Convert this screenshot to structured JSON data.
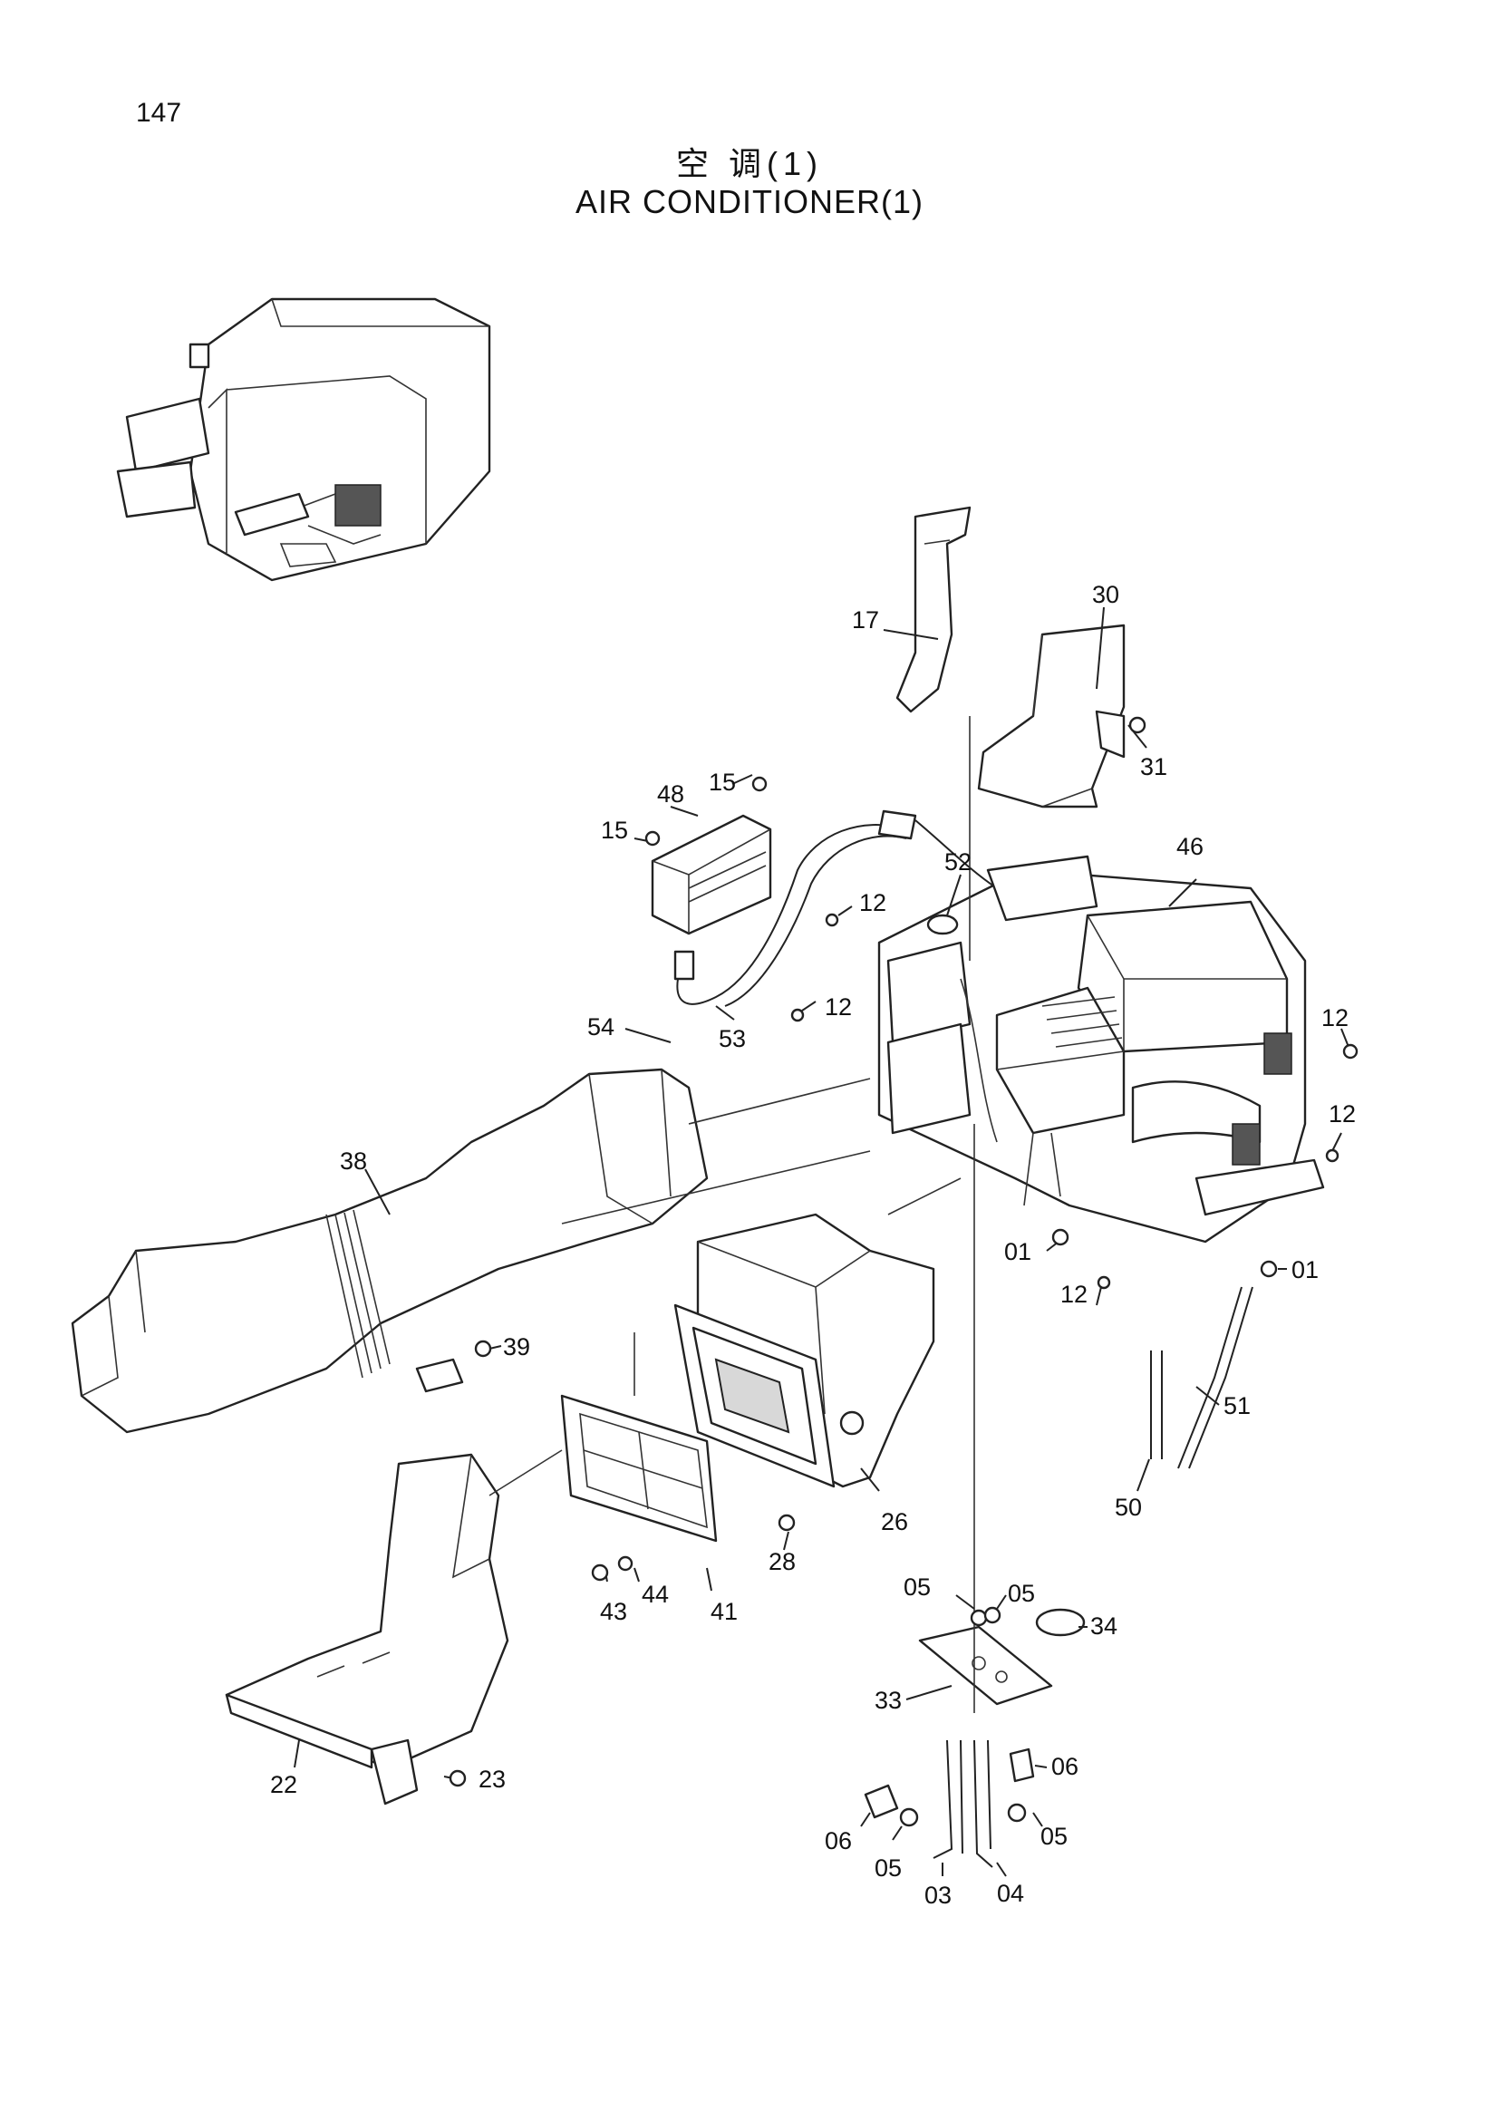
{
  "page": {
    "number": "147"
  },
  "title": {
    "cn": "空 调(1)",
    "en": "AIR CONDITIONER(1)"
  },
  "callouts": {
    "c17": "17",
    "c30": "30",
    "c31": "31",
    "c15a": "15",
    "c15b": "15",
    "c48": "48",
    "c52": "52",
    "c46": "46",
    "c12a": "12",
    "c12b": "12",
    "c12c": "12",
    "c12d": "12",
    "c12e": "12",
    "c54": "54",
    "c53": "53",
    "c38": "38",
    "c01a": "01",
    "c01b": "01",
    "c39": "39",
    "c51": "51",
    "c50": "50",
    "c26": "26",
    "c28": "28",
    "c41": "41",
    "c44": "44",
    "c43": "43",
    "c05a": "05",
    "c05b": "05",
    "c34": "34",
    "c33": "33",
    "c06a": "06",
    "c06b": "06",
    "c05c": "05",
    "c05d": "05",
    "c03": "03",
    "c04": "04",
    "c22": "22",
    "c23": "23"
  }
}
